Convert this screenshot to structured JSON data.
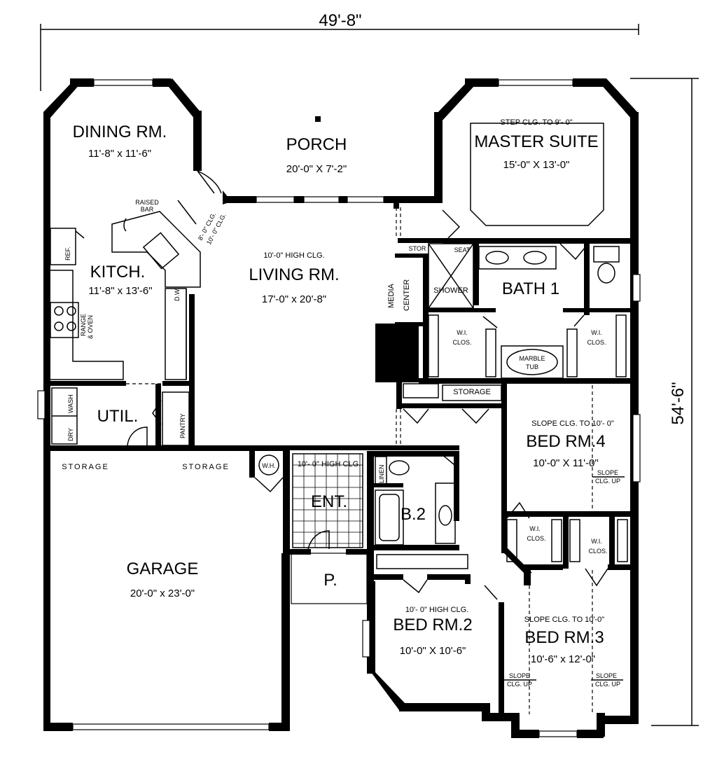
{
  "dimensions": {
    "overall_width": "49'-8\"",
    "overall_depth": "54'-6\""
  },
  "rooms": {
    "dining": {
      "name": "DINING RM.",
      "size": "11'-8\" x 11'-6\""
    },
    "porch": {
      "name": "PORCH",
      "size": "20'-0\" X 7'-2\""
    },
    "master": {
      "name": "MASTER SUITE",
      "size": "15'-0\" X 13'-0\"",
      "note": "STEP CLG. TO 9'- 0\""
    },
    "kitchen": {
      "name": "KITCH.",
      "size": "11'-8\" x 13'-6\""
    },
    "living": {
      "name": "LIVING RM.",
      "size": "17'-0\" x 20'-8\"",
      "note": "10'-0\" HIGH CLG."
    },
    "bath1": {
      "name": "BATH 1"
    },
    "util": {
      "name": "UTIL."
    },
    "bed4": {
      "name": "BED RM.4",
      "size": "10'-0\" X 11'-0\"",
      "note": "SLOPE CLG. TO 10'- 0\""
    },
    "ent": {
      "name": "ENT.",
      "note": "10'- 0\" HIGH CLG."
    },
    "b2": {
      "name": "B.2"
    },
    "garage": {
      "name": "GARAGE",
      "size": "20'-0\" x 23'-0\""
    },
    "p": {
      "name": "P."
    },
    "bed2": {
      "name": "BED RM.2",
      "size": "10'-0\" X 10'-6\"",
      "note": "10'- 0\" HIGH CLG."
    },
    "bed3": {
      "name": "BED RM.3",
      "size": "10'-6\" x 12'-0\"",
      "note": "SLOPE CLG. TO 10'-0\""
    }
  },
  "labels": {
    "raised_bar_1": "RAISED",
    "raised_bar_2": "BAR",
    "clg_8": "8'- 0\" CLG.",
    "clg_10": "10'- 0\" CLG.",
    "ref": "REF.",
    "dw": "D.W.",
    "range_1": "RANGE",
    "range_2": "& OVEN",
    "wash": "WASH",
    "dry": "DRY",
    "pantry": "PANTRY",
    "stor": "STOR",
    "seat": "SEAT",
    "shower": "SHOWER",
    "media": "MEDIA",
    "center": "CENTER",
    "wi_clos_1": "W.I.",
    "wi_clos_2": "CLOS.",
    "marble_1": "MARBLE",
    "marble_2": "TUB",
    "storage": "STORAGE",
    "garage_storage_left": "STORAGE",
    "garage_storage_right": "STORAGE",
    "wh": "W.H.",
    "linen": "LINEN",
    "slope_1": "SLOPE",
    "slope_2": "CLG. UP"
  }
}
